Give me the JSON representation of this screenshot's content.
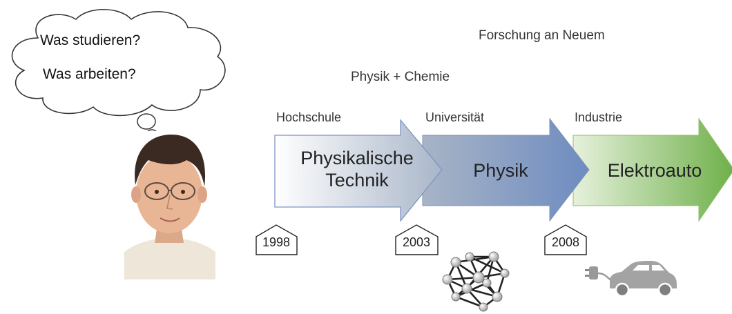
{
  "thought_bubble": {
    "line1": "Was studieren?",
    "line2": "Was arbeiten?"
  },
  "top_labels": {
    "research": "Forschung an Neuem",
    "subjects": "Physik + Chemie"
  },
  "stages": [
    {
      "category": "Hochschule",
      "title_line1": "Physikalische",
      "title_line2": "Technik",
      "color_start": "#ffffff",
      "color_end": "#a9b6c9"
    },
    {
      "category": "Universität",
      "title_line1": "Physik",
      "title_line2": "",
      "color_start": "#a8b4c6",
      "color_end": "#6e8cc0"
    },
    {
      "category": "Industrie",
      "title_line1": "Elektroauto",
      "title_line2": "",
      "color_start": "#e6f1dc",
      "color_end": "#6fb04a"
    }
  ],
  "years": [
    "1998",
    "2003",
    "2008"
  ],
  "icons": {
    "person": "person-portrait",
    "network": "molecule-network-icon",
    "car": "electric-car-icon"
  }
}
